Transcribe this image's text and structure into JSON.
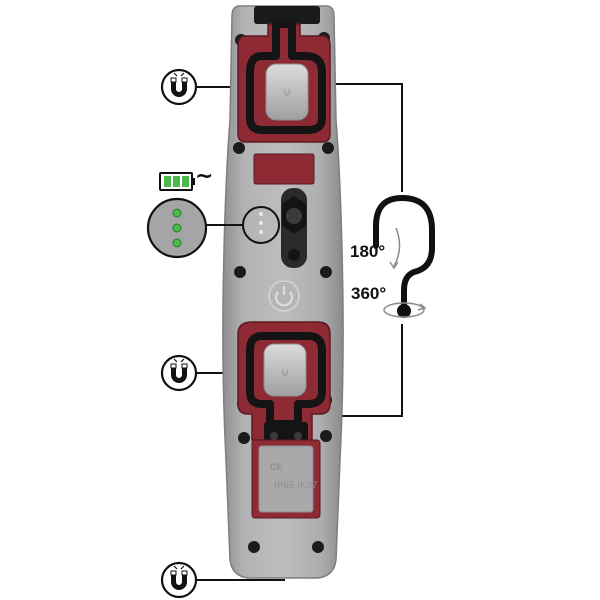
{
  "annotations": {
    "tilt_angle": "180°",
    "rotation_angle": "360°",
    "charge_symbol": "~"
  },
  "markings": {
    "certification": "CE",
    "ingress_rating": "IP65 IK07"
  },
  "icons": {
    "magnet": "magnet-icon",
    "battery": "battery-icon",
    "power": "power-icon",
    "hook": "hook-icon",
    "indicator_leds": "led-indicator-icon"
  },
  "colors": {
    "body_gray": "#a9a9ab",
    "accent_red": "#8e2a33",
    "rubber_black": "#1a1a1a",
    "led_green": "#4ab84a"
  },
  "indicator": {
    "led_count": 3
  },
  "battery": {
    "bars": 3
  }
}
